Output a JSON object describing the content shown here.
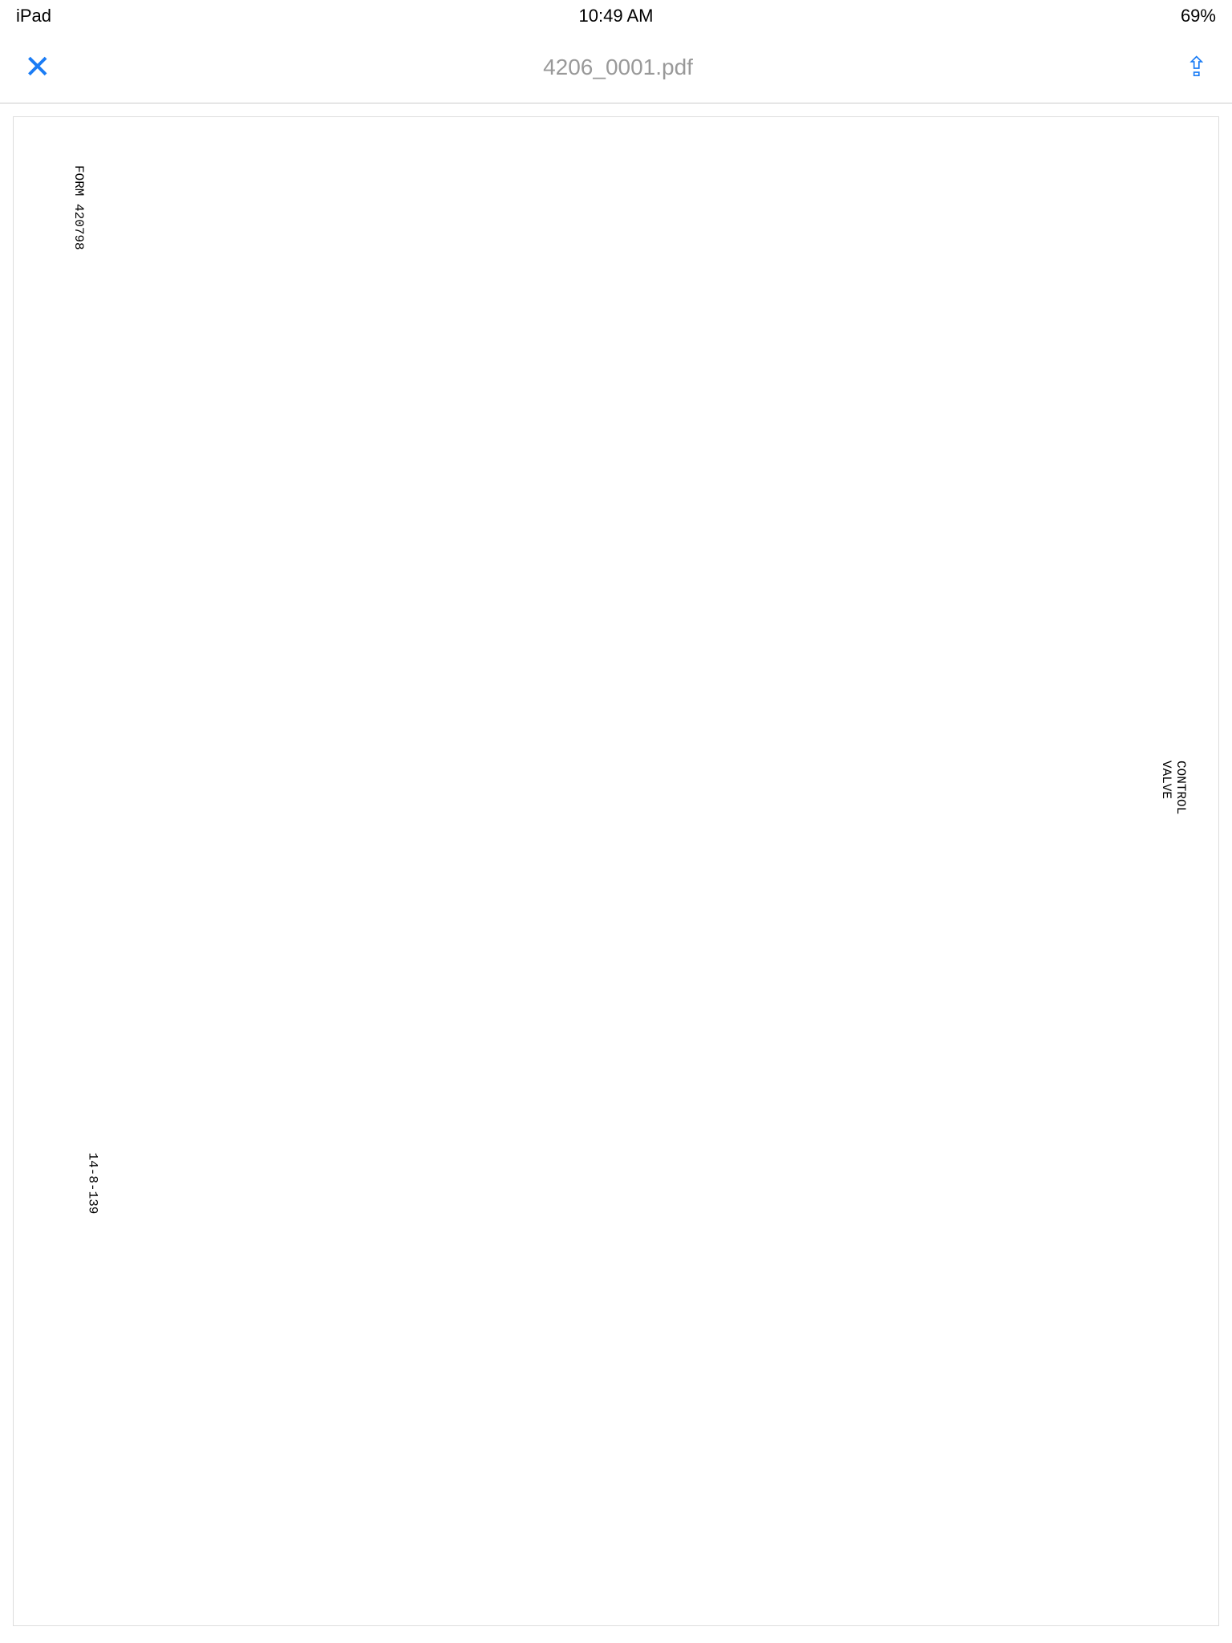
{
  "status": {
    "device": "iPad",
    "time": "10:49 AM",
    "battery": "69%"
  },
  "nav": {
    "title": "4206_0001.pdf"
  },
  "doc": {
    "form": "FORM 420798",
    "title": "CONTROL VALVE",
    "page": "14-8-139"
  }
}
